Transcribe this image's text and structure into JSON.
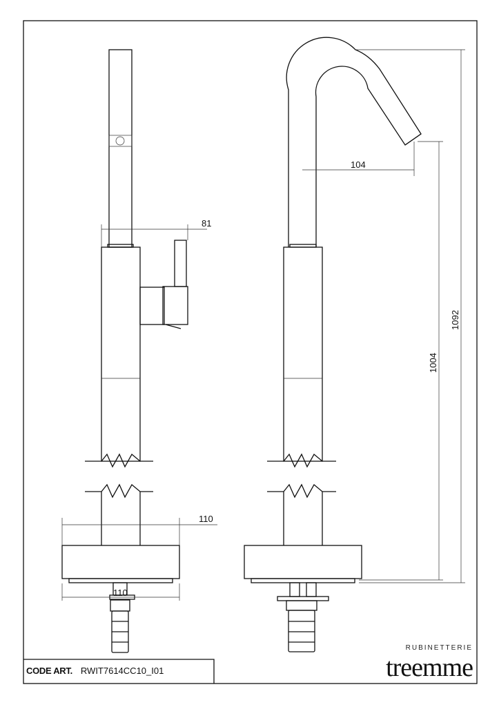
{
  "dimensions": {
    "handle_depth": "81",
    "base_diameter_top": "110",
    "base_diameter_bottom": "110",
    "spout_reach": "104",
    "spout_outlet_height": "1004",
    "total_height": "1092"
  },
  "title_block": {
    "code_label": "CODE ART.",
    "code_value": "RWIT7614CC10_I01"
  },
  "brand": {
    "subtitle": "RUBINETTERIE",
    "name": "treemme"
  }
}
